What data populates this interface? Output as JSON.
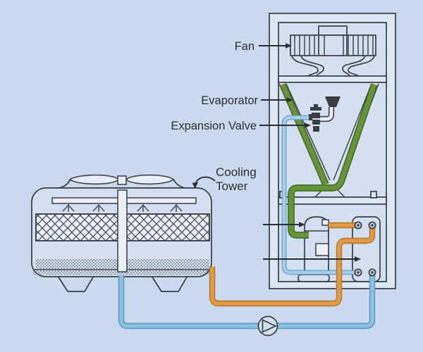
{
  "diagram": {
    "kind": "chiller-and-cooling-tower-schematic",
    "labels": {
      "fan": "Fan",
      "evaporator": "Evaporator",
      "expansion_valve": "Expansion Valve",
      "cooling_tower_line1": "Cooling",
      "cooling_tower_line2": "Tower"
    },
    "colors": {
      "background": "#cbd9ef",
      "outline": "#383d44",
      "text": "#2b2f35",
      "panel_fill": "#d4e0f2",
      "frame_fill": "#dde7f5",
      "light_fill": "#e9eef7",
      "hot_pipe": "#e29a46",
      "hot_pipe_edge": "#b4772a",
      "cold_pipe": "#8cc0df",
      "cold_pipe_edge": "#5d92bd",
      "suction_pipe": "#67943a",
      "suction_pipe_edge": "#3f6823",
      "liquid_pipe": "#a8cfe8",
      "liquid_pipe_edge": "#679fc8"
    }
  }
}
